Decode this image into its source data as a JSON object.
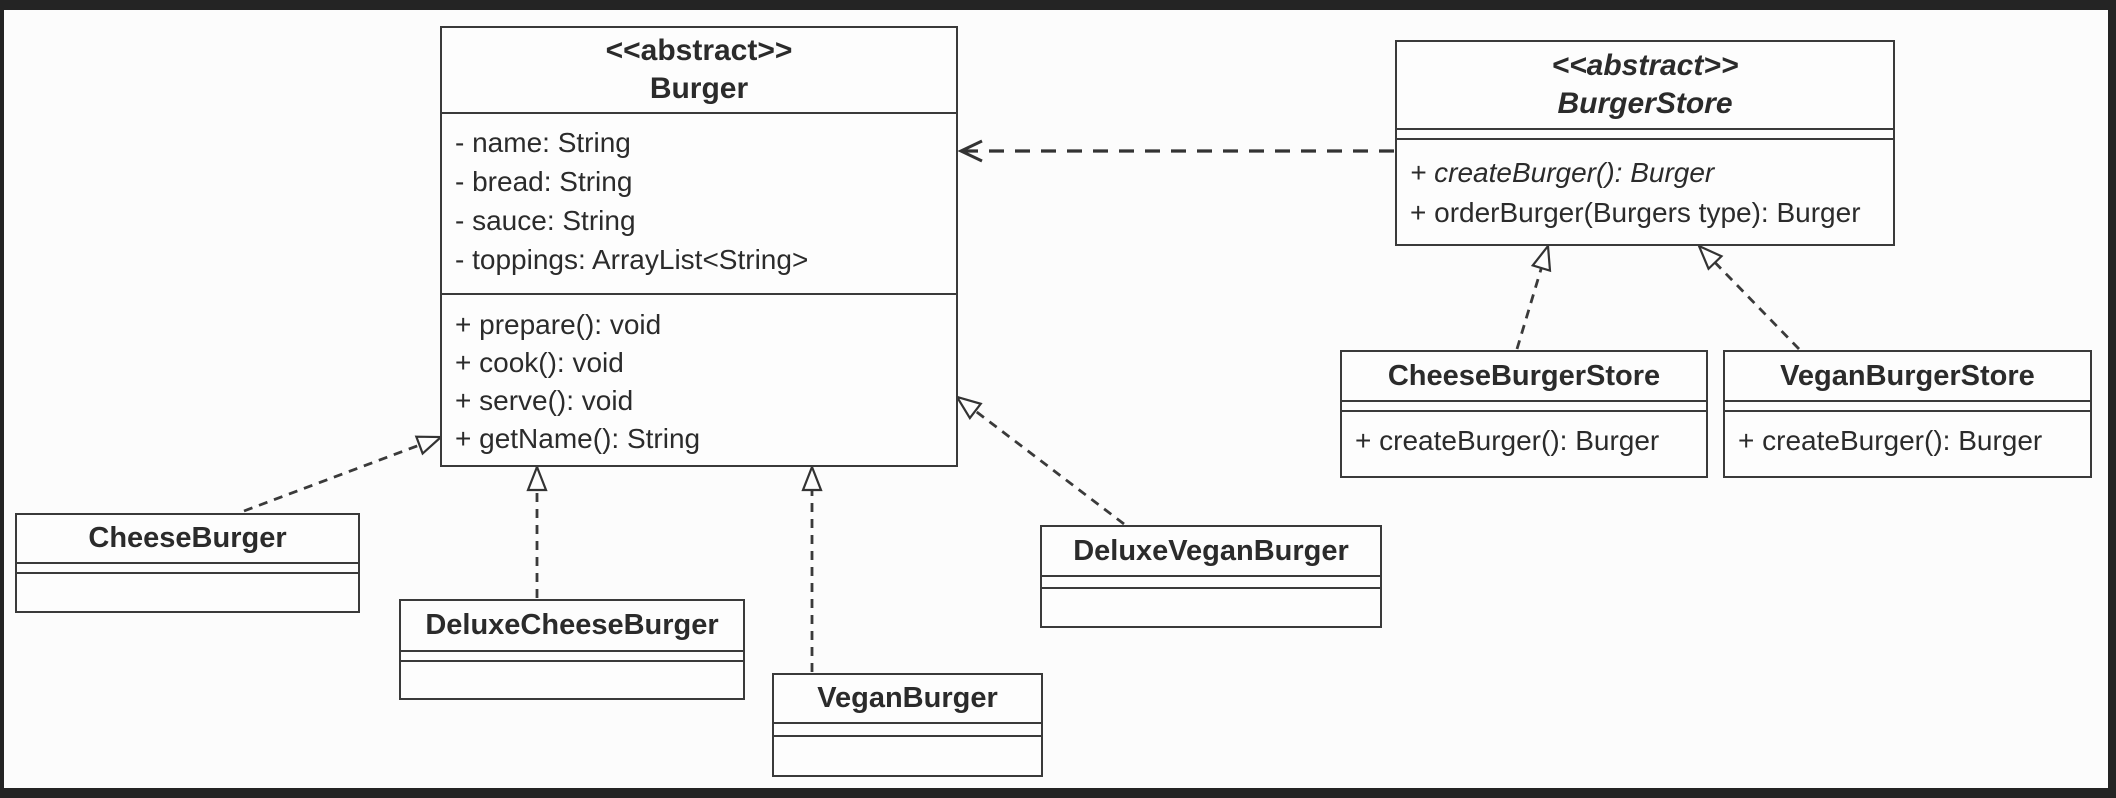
{
  "colors": {
    "canvas_bg": "#fcfcfc",
    "frame": "#242424",
    "line": "#3a3a3a",
    "text": "#2b2b2b"
  },
  "classes": {
    "burger": {
      "stereotype": "<<abstract>>",
      "name": "Burger",
      "attributes": [
        "- name: String",
        "- bread: String",
        "- sauce: String",
        "- toppings: ArrayList<String>"
      ],
      "methods": [
        "+ prepare(): void",
        "+ cook(): void",
        "+ serve(): void",
        "+ getName(): String"
      ]
    },
    "burger_store": {
      "stereotype": "<<abstract>>",
      "name": "BurgerStore",
      "methods": [
        "+ createBurger(): Burger",
        "+ orderBurger(Burgers type): Burger"
      ]
    },
    "cheese_burger_store": {
      "name": "CheeseBurgerStore",
      "methods": [
        "+ createBurger(): Burger"
      ]
    },
    "vegan_burger_store": {
      "name": "VeganBurgerStore",
      "methods": [
        "+ createBurger(): Burger"
      ]
    },
    "cheese_burger": {
      "name": "CheeseBurger"
    },
    "deluxe_cheese_burger": {
      "name": "DeluxeCheeseBurger"
    },
    "vegan_burger": {
      "name": "VeganBurger"
    },
    "deluxe_vegan_burger": {
      "name": "DeluxeVeganBurger"
    }
  },
  "relationships": [
    {
      "from": "BurgerStore",
      "to": "Burger",
      "type": "dependency"
    },
    {
      "from": "CheeseBurger",
      "to": "Burger",
      "type": "generalization"
    },
    {
      "from": "DeluxeCheeseBurger",
      "to": "Burger",
      "type": "generalization"
    },
    {
      "from": "VeganBurger",
      "to": "Burger",
      "type": "generalization"
    },
    {
      "from": "DeluxeVeganBurger",
      "to": "Burger",
      "type": "generalization"
    },
    {
      "from": "CheeseBurgerStore",
      "to": "BurgerStore",
      "type": "generalization"
    },
    {
      "from": "VeganBurgerStore",
      "to": "BurgerStore",
      "type": "generalization"
    }
  ]
}
